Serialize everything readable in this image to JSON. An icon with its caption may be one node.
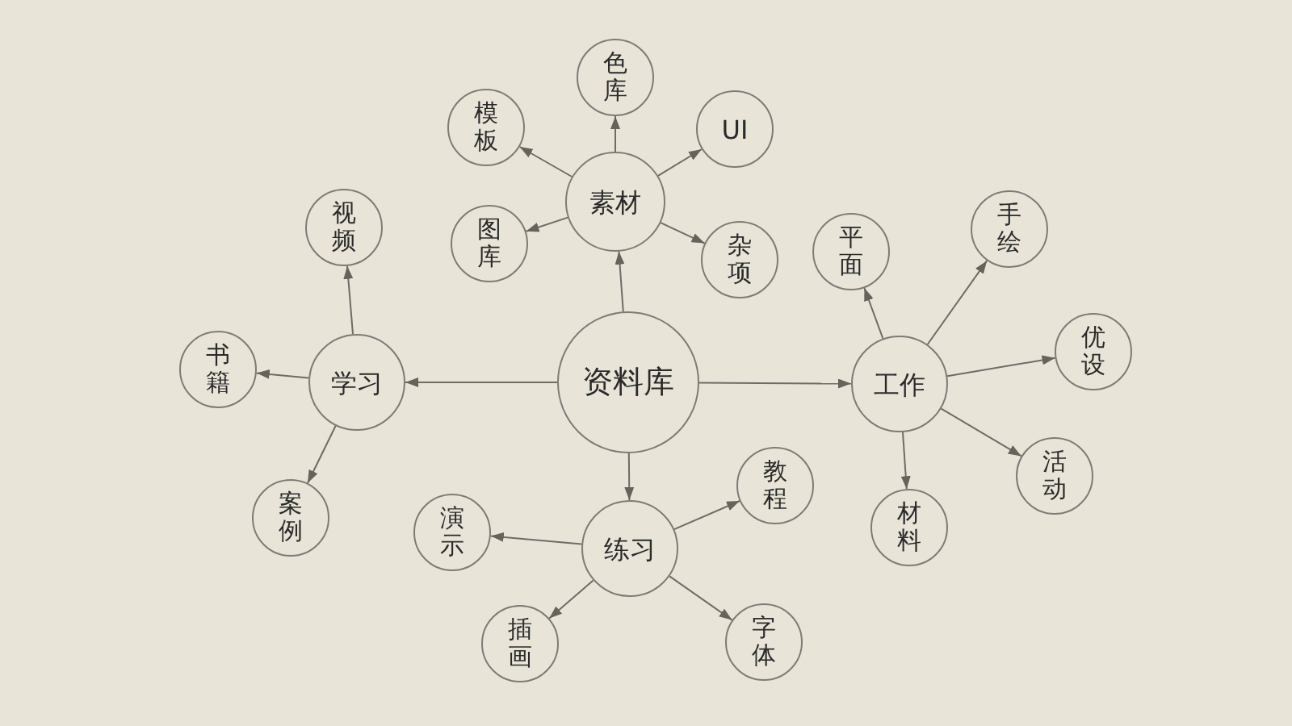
{
  "diagram": {
    "nodes": [
      {
        "text": [
          "资料库"
        ]
      },
      {
        "text": [
          "素材"
        ]
      },
      {
        "text": [
          "色库"
        ]
      },
      {
        "text": [
          "模板"
        ]
      },
      {
        "text": [
          "UI"
        ]
      },
      {
        "text": [
          "图库"
        ]
      },
      {
        "text": [
          "杂项"
        ]
      },
      {
        "text": [
          "学习"
        ]
      },
      {
        "text": [
          "视频"
        ]
      },
      {
        "text": [
          "书籍"
        ]
      },
      {
        "text": [
          "案例"
        ]
      },
      {
        "text": [
          "工作"
        ]
      },
      {
        "text": [
          "平面"
        ]
      },
      {
        "text": [
          "手绘"
        ]
      },
      {
        "text": [
          "优设"
        ]
      },
      {
        "text": [
          "活动"
        ]
      },
      {
        "text": [
          "材料"
        ]
      },
      {
        "text": [
          "练习"
        ]
      },
      {
        "text": [
          "演示"
        ]
      },
      {
        "text": [
          "教程"
        ]
      },
      {
        "text": [
          "插画"
        ]
      },
      {
        "text": [
          "字体"
        ]
      }
    ],
    "edges": [
      {
        "from": 0,
        "to": 1,
        "arrow": "to"
      },
      {
        "from": 0,
        "to": 7,
        "arrow": "to"
      },
      {
        "from": 0,
        "to": 11,
        "arrow": "to"
      },
      {
        "from": 0,
        "to": 17,
        "arrow": "to"
      },
      {
        "from": 1,
        "to": 2,
        "arrow": "to"
      },
      {
        "from": 1,
        "to": 3,
        "arrow": "to"
      },
      {
        "from": 1,
        "to": 4,
        "arrow": "to"
      },
      {
        "from": 1,
        "to": 5,
        "arrow": "to"
      },
      {
        "from": 1,
        "to": 6,
        "arrow": "to"
      },
      {
        "from": 7,
        "to": 8,
        "arrow": "to"
      },
      {
        "from": 7,
        "to": 9,
        "arrow": "to"
      },
      {
        "from": 7,
        "to": 10,
        "arrow": "to"
      },
      {
        "from": 11,
        "to": 12,
        "arrow": "to"
      },
      {
        "from": 11,
        "to": 13,
        "arrow": "to"
      },
      {
        "from": 11,
        "to": 14,
        "arrow": "to"
      },
      {
        "from": 11,
        "to": 15,
        "arrow": "to"
      },
      {
        "from": 11,
        "to": 16,
        "arrow": "to"
      },
      {
        "from": 17,
        "to": 18,
        "arrow": "to"
      },
      {
        "from": 17,
        "to": 19,
        "arrow": "to"
      },
      {
        "from": 17,
        "to": 20,
        "arrow": "to"
      },
      {
        "from": 17,
        "to": 21,
        "arrow": "to"
      }
    ]
  }
}
